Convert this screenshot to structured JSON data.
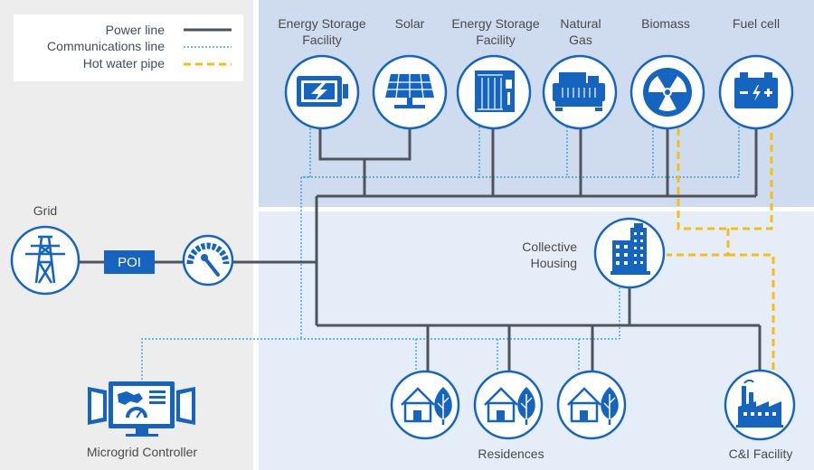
{
  "legend": {
    "power_line": "Power line",
    "communications_line": "Communications line",
    "hot_water_pipe": "Hot water pipe"
  },
  "sources": {
    "storage1": [
      "Energy Storage",
      "Facility"
    ],
    "solar": "Solar",
    "storage2": [
      "Energy Storage",
      "Facility"
    ],
    "gas": [
      "Natural",
      "Gas"
    ],
    "biomass": "Biomass",
    "fuelcell": "Fuel cell"
  },
  "grid": "Grid",
  "poi": "POI",
  "collective_housing": [
    "Collective",
    "Housing"
  ],
  "controller": "Microgrid Controller",
  "residences": "Residences",
  "ci_facility": "C&I Facility",
  "colors": {
    "node_blue": "#1565c0",
    "power_line": "#4d545c",
    "comm_line": "#3aa4d8",
    "hot_water": "#f5be16",
    "top_panel": "#cfdcef",
    "bottom_panel": "#e4edf8",
    "left_panel": "#ededed"
  },
  "icons": [
    "battery-icon",
    "solar-panel-icon",
    "storage-cabinet-icon",
    "generator-icon",
    "biomass-fan-icon",
    "fuel-cell-battery-icon",
    "transmission-tower-icon",
    "meter-gauge-icon",
    "apartment-building-icon",
    "house-tree-icon",
    "factory-icon",
    "control-monitors-icon"
  ]
}
